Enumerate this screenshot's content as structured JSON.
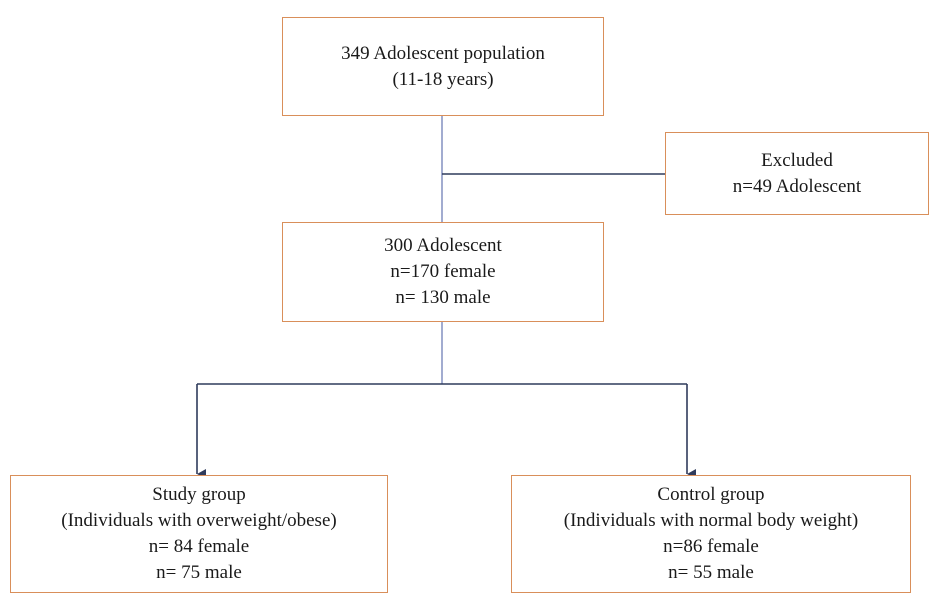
{
  "flowchart": {
    "colors": {
      "box_border": "#d98f5a",
      "connector": "#2f3b5c",
      "text": "#1a1a1a"
    },
    "top": {
      "lines": [
        "349 Adolescent population",
        "(11-18 years)"
      ]
    },
    "excluded": {
      "lines": [
        "Excluded",
        "n=49 Adolescent"
      ]
    },
    "middle": {
      "lines": [
        "300 Adolescent",
        "n=170 female",
        "n= 130 male"
      ]
    },
    "study": {
      "lines": [
        "Study group",
        "(Individuals with overweight/obese)",
        "n= 84 female",
        "n= 75 male"
      ]
    },
    "control": {
      "lines": [
        "Control group",
        "(Individuals with normal  body weight)",
        "n=86 female",
        "n= 55 male"
      ]
    }
  }
}
